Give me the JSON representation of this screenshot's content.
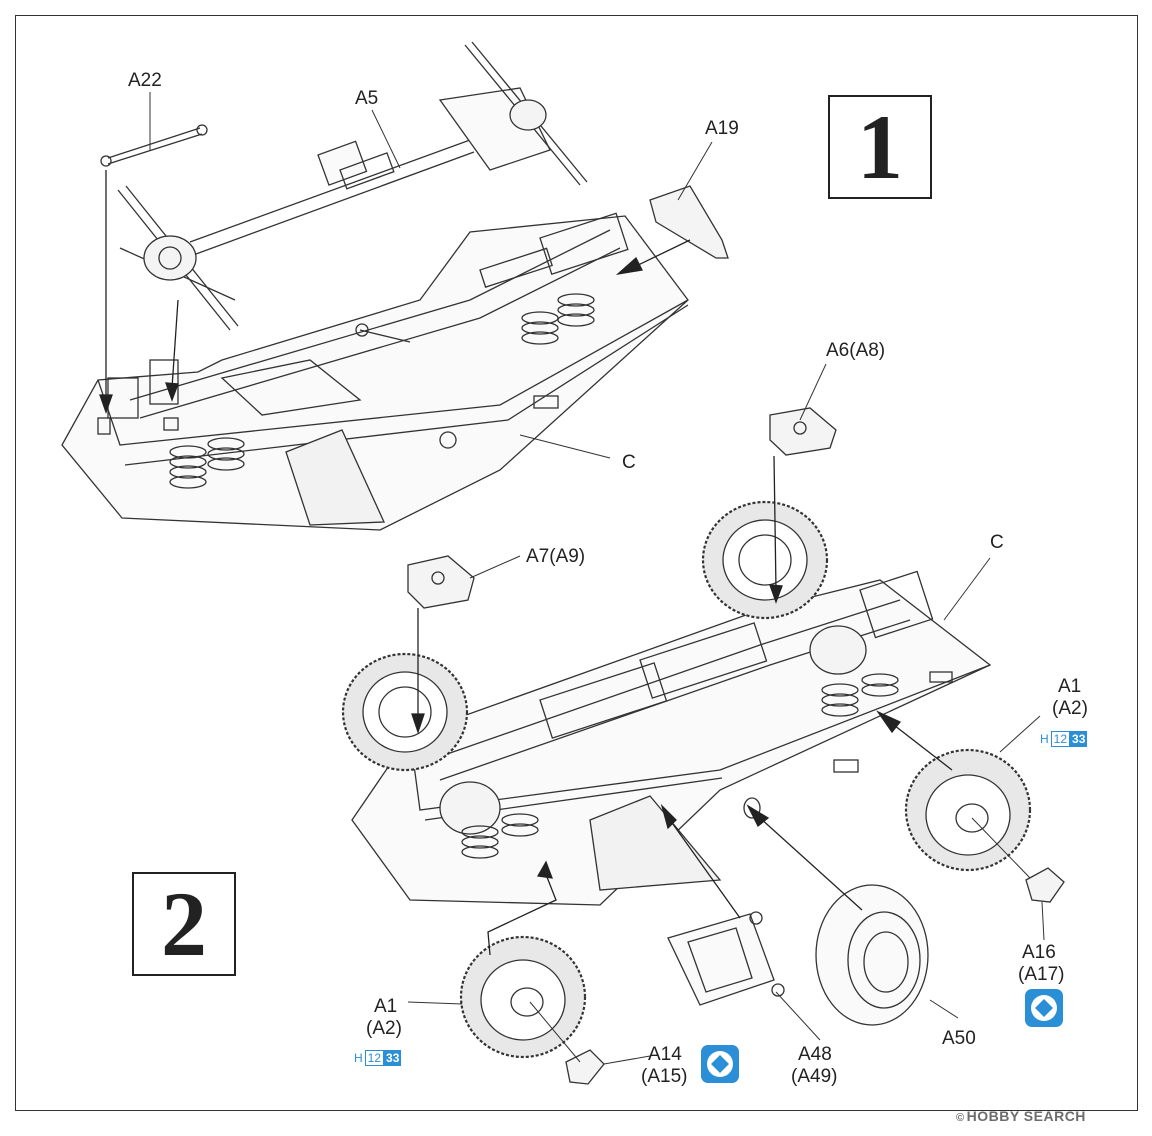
{
  "step1": {
    "number": "1"
  },
  "step2": {
    "number": "2"
  },
  "labels": {
    "a22": "A22",
    "a5": "A5",
    "a19": "A19",
    "c_top": "C",
    "a6": "A6(A8)",
    "a7": "A7(A9)",
    "c_bottom": "C",
    "a1_right_1": "A1",
    "a1_right_2": "(A2)",
    "a1_left_1": "A1",
    "a1_left_2": "(A2)",
    "a16_1": "A16",
    "a16_2": "(A17)",
    "a14_1": "A14",
    "a14_2": "(A15)",
    "a48_1": "A48",
    "a48_2": "(A49)",
    "a50": "A50"
  },
  "paint_codes": {
    "prefix": "H",
    "code1": "12",
    "code2": "33"
  },
  "symbols": {
    "cement": "glue-symbol"
  },
  "colors": {
    "line": "#333333",
    "accent": "#2a8fd6",
    "frame": "#333333"
  },
  "watermark": {
    "mark": "©",
    "text": "HOBBY SEARCH"
  }
}
